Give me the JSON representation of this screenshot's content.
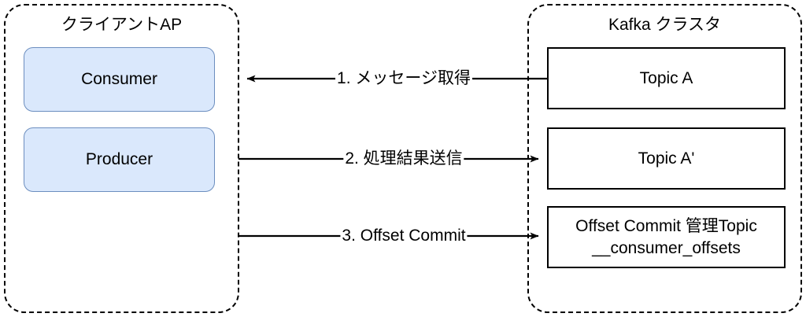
{
  "diagram": {
    "title_left": "クライアントAP",
    "title_right": "Kafka クラスタ",
    "colors": {
      "client_box_fill": "#dae8fc",
      "client_box_stroke": "#6c8ebf",
      "topic_box_fill": "#ffffff",
      "topic_box_stroke": "#000000",
      "group_stroke": "#000000",
      "background": "#ffffff",
      "text": "#000000"
    }
  },
  "client_group": {
    "label": "クライアントAP",
    "components": [
      {
        "id": "consumer",
        "label": "Consumer"
      },
      {
        "id": "producer",
        "label": "Producer"
      }
    ]
  },
  "kafka_group": {
    "label": "Kafka クラスタ",
    "topics": [
      {
        "id": "topic-a",
        "label": "Topic A"
      },
      {
        "id": "topic-a-prime",
        "label": "Topic A'"
      },
      {
        "id": "consumer-offsets",
        "label_line1": "Offset Commit 管理Topic",
        "label_line2": "__consumer_offsets"
      }
    ]
  },
  "flows": [
    {
      "id": "flow-1",
      "label": "1. メッセージ取得",
      "from": "Topic A",
      "to": "Consumer",
      "direction": "right-to-left"
    },
    {
      "id": "flow-2",
      "label": "2. 処理結果送信",
      "from": "Producer",
      "to": "Topic A'",
      "direction": "left-to-right"
    },
    {
      "id": "flow-3",
      "label": "3. Offset Commit",
      "from": "Consumer",
      "to": "__consumer_offsets",
      "direction": "left-to-right"
    }
  ]
}
